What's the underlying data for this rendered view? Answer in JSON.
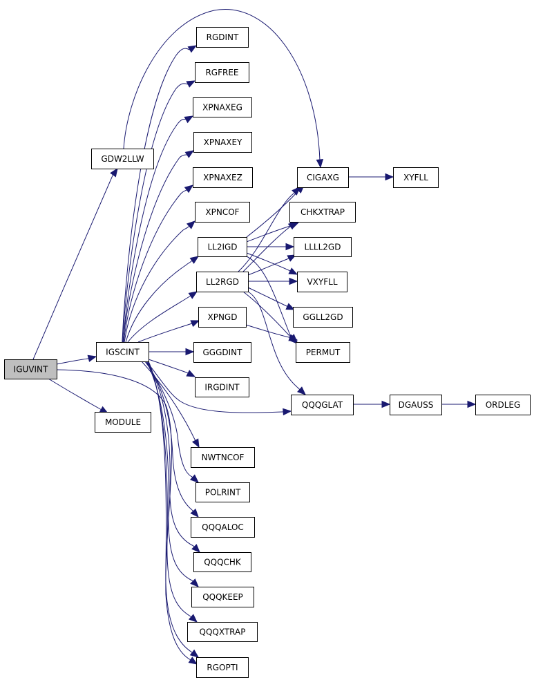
{
  "graph": {
    "type": "call-graph",
    "colors": {
      "edge": "#191970",
      "root_fill": "#bfbfbf",
      "node_fill": "#ffffff",
      "border": "#000000"
    },
    "nodes": [
      {
        "id": "IGUVINT",
        "label": "IGUVINT",
        "root": true
      },
      {
        "id": "GDW2LLW",
        "label": "GDW2LLW"
      },
      {
        "id": "IGSCINT",
        "label": "IGSCINT"
      },
      {
        "id": "MODULE",
        "label": "MODULE"
      },
      {
        "id": "RGDINT",
        "label": "RGDINT"
      },
      {
        "id": "RGFREE",
        "label": "RGFREE"
      },
      {
        "id": "XPNAXEG",
        "label": "XPNAXEG"
      },
      {
        "id": "XPNAXEY",
        "label": "XPNAXEY"
      },
      {
        "id": "XPNAXEZ",
        "label": "XPNAXEZ"
      },
      {
        "id": "XPNCOF",
        "label": "XPNCOF"
      },
      {
        "id": "LL2IGD",
        "label": "LL2IGD"
      },
      {
        "id": "LL2RGD",
        "label": "LL2RGD"
      },
      {
        "id": "XPNGD",
        "label": "XPNGD"
      },
      {
        "id": "GGGDINT",
        "label": "GGGDINT"
      },
      {
        "id": "IRGDINT",
        "label": "IRGDINT"
      },
      {
        "id": "NWTNCOF",
        "label": "NWTNCOF"
      },
      {
        "id": "POLRINT",
        "label": "POLRINT"
      },
      {
        "id": "QQQALOC",
        "label": "QQQALOC"
      },
      {
        "id": "QQQCHK",
        "label": "QQQCHK"
      },
      {
        "id": "QQQKEEP",
        "label": "QQQKEEP"
      },
      {
        "id": "QQQXTRAP",
        "label": "QQQXTRAP"
      },
      {
        "id": "RGOPTI",
        "label": "RGOPTI"
      },
      {
        "id": "CIGAXG",
        "label": "CIGAXG"
      },
      {
        "id": "CHKXTRAP",
        "label": "CHKXTRAP"
      },
      {
        "id": "LLLL2GD",
        "label": "LLLL2GD"
      },
      {
        "id": "VXYFLL",
        "label": "VXYFLL"
      },
      {
        "id": "GGLL2GD",
        "label": "GGLL2GD"
      },
      {
        "id": "PERMUT",
        "label": "PERMUT"
      },
      {
        "id": "QQQGLAT",
        "label": "QQQGLAT"
      },
      {
        "id": "XYFLL",
        "label": "XYFLL"
      },
      {
        "id": "DGAUSS",
        "label": "DGAUSS"
      },
      {
        "id": "ORDLEG",
        "label": "ORDLEG"
      }
    ],
    "edges": [
      {
        "from": "IGUVINT",
        "to": "GDW2LLW"
      },
      {
        "from": "IGUVINT",
        "to": "IGSCINT"
      },
      {
        "from": "IGUVINT",
        "to": "MODULE"
      },
      {
        "from": "IGUVINT",
        "to": "RGOPTI"
      },
      {
        "from": "GDW2LLW",
        "to": "CIGAXG"
      },
      {
        "from": "IGSCINT",
        "to": "RGDINT"
      },
      {
        "from": "IGSCINT",
        "to": "RGFREE"
      },
      {
        "from": "IGSCINT",
        "to": "XPNAXEG"
      },
      {
        "from": "IGSCINT",
        "to": "XPNAXEY"
      },
      {
        "from": "IGSCINT",
        "to": "XPNAXEZ"
      },
      {
        "from": "IGSCINT",
        "to": "XPNCOF"
      },
      {
        "from": "IGSCINT",
        "to": "LL2IGD"
      },
      {
        "from": "IGSCINT",
        "to": "LL2RGD"
      },
      {
        "from": "IGSCINT",
        "to": "XPNGD"
      },
      {
        "from": "IGSCINT",
        "to": "GGGDINT"
      },
      {
        "from": "IGSCINT",
        "to": "IRGDINT"
      },
      {
        "from": "IGSCINT",
        "to": "QQQGLAT"
      },
      {
        "from": "IGSCINT",
        "to": "NWTNCOF"
      },
      {
        "from": "IGSCINT",
        "to": "POLRINT"
      },
      {
        "from": "IGSCINT",
        "to": "QQQALOC"
      },
      {
        "from": "IGSCINT",
        "to": "QQQCHK"
      },
      {
        "from": "IGSCINT",
        "to": "QQQKEEP"
      },
      {
        "from": "IGSCINT",
        "to": "QQQXTRAP"
      },
      {
        "from": "IGSCINT",
        "to": "RGOPTI"
      },
      {
        "from": "LL2IGD",
        "to": "CIGAXG"
      },
      {
        "from": "LL2IGD",
        "to": "CHKXTRAP"
      },
      {
        "from": "LL2IGD",
        "to": "LLLL2GD"
      },
      {
        "from": "LL2IGD",
        "to": "VXYFLL"
      },
      {
        "from": "LL2IGD",
        "to": "PERMUT"
      },
      {
        "from": "LL2RGD",
        "to": "CIGAXG"
      },
      {
        "from": "LL2RGD",
        "to": "CHKXTRAP"
      },
      {
        "from": "LL2RGD",
        "to": "LLLL2GD"
      },
      {
        "from": "LL2RGD",
        "to": "VXYFLL"
      },
      {
        "from": "LL2RGD",
        "to": "GGLL2GD"
      },
      {
        "from": "LL2RGD",
        "to": "PERMUT"
      },
      {
        "from": "LL2RGD",
        "to": "QQQGLAT"
      },
      {
        "from": "XPNGD",
        "to": "PERMUT"
      },
      {
        "from": "CIGAXG",
        "to": "XYFLL"
      },
      {
        "from": "QQQGLAT",
        "to": "DGAUSS"
      },
      {
        "from": "DGAUSS",
        "to": "ORDLEG"
      }
    ]
  }
}
